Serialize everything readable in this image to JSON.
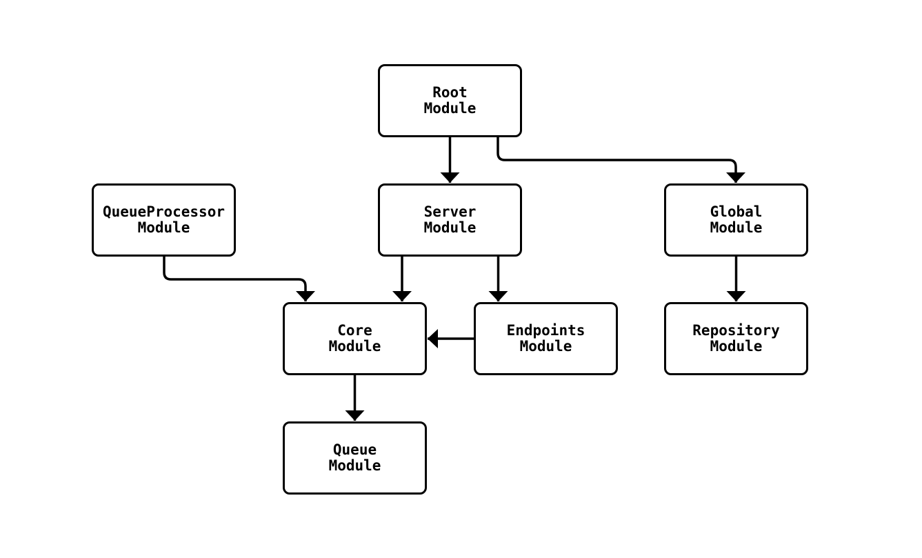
{
  "diagram": {
    "background_color": "#ffffff",
    "stroke_color": "#000000",
    "node_fill_color": "#ffffff",
    "text_color": "#000000",
    "nodes": [
      {
        "id": "root",
        "label_line1": "Root",
        "label_line2": "Module"
      },
      {
        "id": "queueprocessor",
        "label_line1": "QueueProcessor",
        "label_line2": "Module"
      },
      {
        "id": "server",
        "label_line1": "Server",
        "label_line2": "Module"
      },
      {
        "id": "global",
        "label_line1": "Global",
        "label_line2": "Module"
      },
      {
        "id": "core",
        "label_line1": "Core",
        "label_line2": "Module"
      },
      {
        "id": "endpoints",
        "label_line1": "Endpoints",
        "label_line2": "Module"
      },
      {
        "id": "repository",
        "label_line1": "Repository",
        "label_line2": "Module"
      },
      {
        "id": "queue",
        "label_line1": "Queue",
        "label_line2": "Module"
      }
    ],
    "edges": [
      {
        "from": "root",
        "to": "server"
      },
      {
        "from": "root",
        "to": "global"
      },
      {
        "from": "queueprocessor",
        "to": "core"
      },
      {
        "from": "server",
        "to": "core"
      },
      {
        "from": "server",
        "to": "endpoints"
      },
      {
        "from": "endpoints",
        "to": "core"
      },
      {
        "from": "core",
        "to": "queue"
      },
      {
        "from": "global",
        "to": "repository"
      }
    ]
  }
}
